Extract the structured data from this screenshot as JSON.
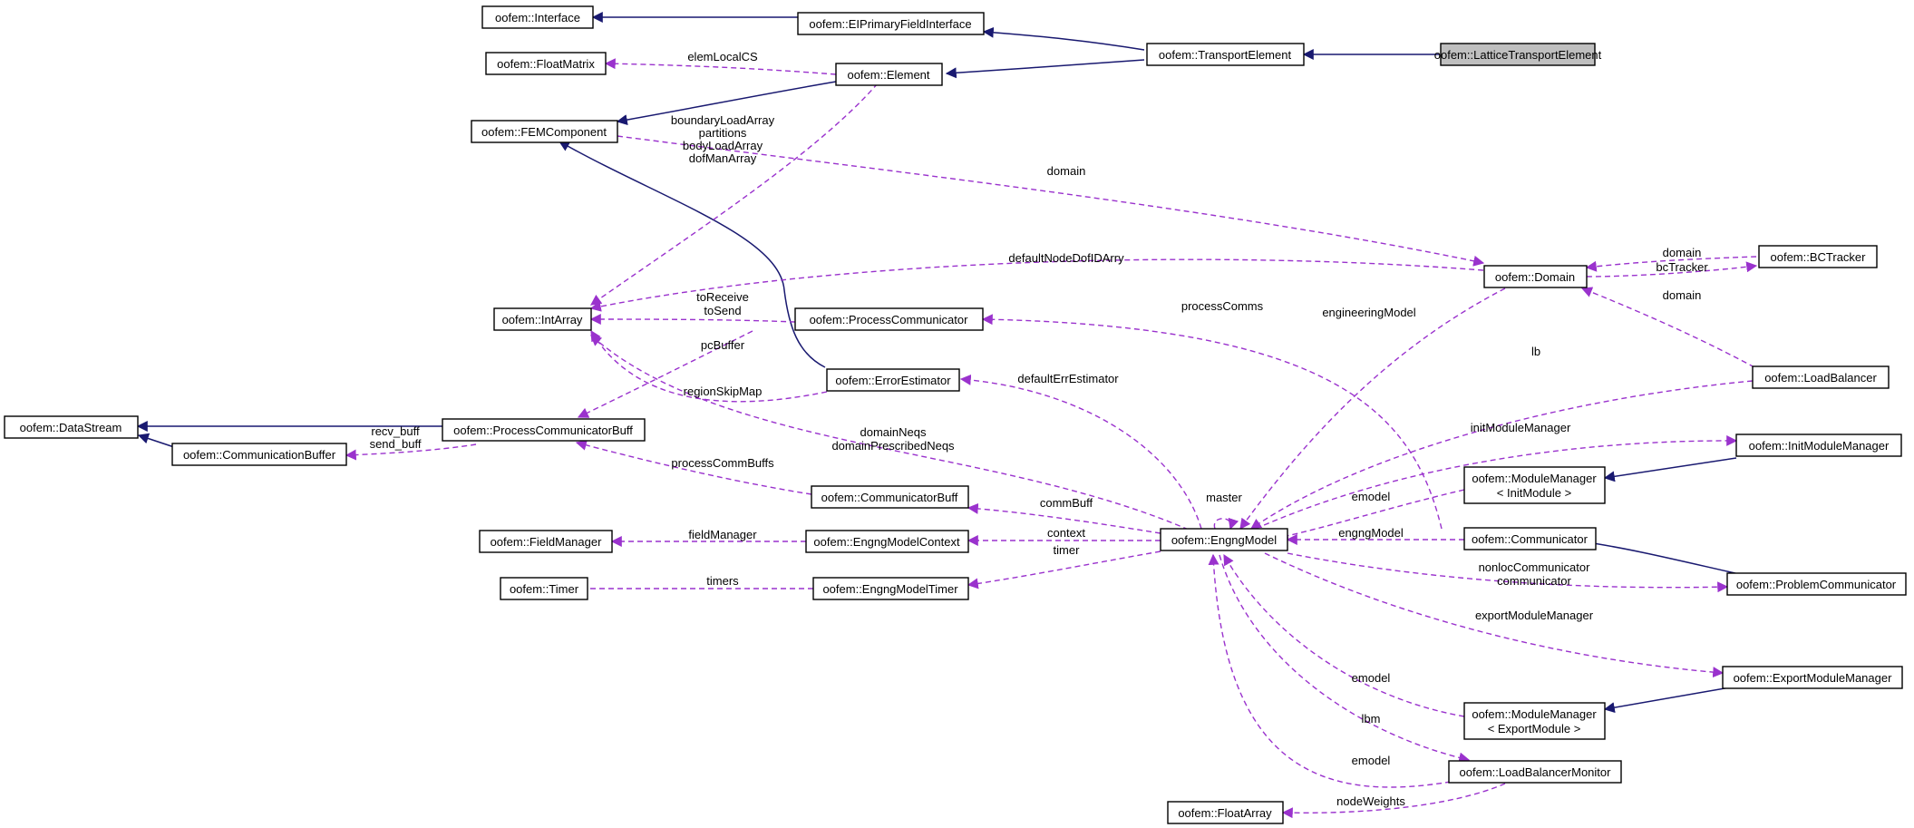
{
  "colors": {
    "inheritance": "#191970",
    "usage": "#9a32cd",
    "focus_fill": "#bfbfbf"
  },
  "nodes": {
    "interface": "oofem::Interface",
    "eiprimary": "oofem::EIPrimaryFieldInterface",
    "transport": "oofem::TransportElement",
    "lattice": "oofem::LatticeTransportElement",
    "floatmatrix": "oofem::FloatMatrix",
    "element": "oofem::Element",
    "femcomponent": "oofem::FEMComponent",
    "intarray": "oofem::IntArray",
    "processcomm": "oofem::ProcessCommunicator",
    "errorestimator": "oofem::ErrorEstimator",
    "datastream": "oofem::DataStream",
    "pcbuff": "oofem::ProcessCommunicatorBuff",
    "commbuffer": "oofem::CommunicationBuffer",
    "communicatorbuff": "oofem::CommunicatorBuff",
    "fieldmanager": "oofem::FieldManager",
    "engngmodelcontext": "oofem::EngngModelContext",
    "timer": "oofem::Timer",
    "engngmodeltimer": "oofem::EngngModelTimer",
    "engngmodel": "oofem::EngngModel",
    "domain": "oofem::Domain",
    "bctracker": "oofem::BCTracker",
    "loadbalancer": "oofem::LoadBalancer",
    "initmodulemanager": "oofem::InitModuleManager",
    "mm_init_1": "oofem::ModuleManager",
    "mm_init_2": "< InitModule >",
    "communicator": "oofem::Communicator",
    "problemcomm": "oofem::ProblemCommunicator",
    "exportmodulemanager": "oofem::ExportModuleManager",
    "mm_export_1": "oofem::ModuleManager",
    "mm_export_2": "< ExportModule >",
    "lbmonitor": "oofem::LoadBalancerMonitor",
    "floatarray": "oofem::FloatArray"
  },
  "edge_labels": {
    "elemLocalCS": "elemLocalCS",
    "boundaryLoadArray": "boundaryLoadArray",
    "partitions": "partitions",
    "bodyLoadArray": "bodyLoadArray",
    "dofManArray": "dofManArray",
    "domain_main": "domain",
    "defaultNodeDofIDArry": "defaultNodeDofIDArry",
    "toReceive": "toReceive",
    "toSend": "toSend",
    "pcBuffer": "pcBuffer",
    "regionSkipMap": "regionSkipMap",
    "recv_buff": "recv_buff",
    "send_buff": "send_buff",
    "domainNeqs": "domainNeqs",
    "domainPrescribedNeqs": "domainPrescribedNeqs",
    "processCommBuffs": "processCommBuffs",
    "processComms": "processComms",
    "engineeringModel": "engineeringModel",
    "defaultErrEstimator": "defaultErrEstimator",
    "lb": "lb",
    "domain_bct": "domain",
    "bcTracker": "bcTracker",
    "domain_lb": "domain",
    "initModuleManager": "initModuleManager",
    "master": "master",
    "emodel_init": "emodel",
    "commBuff": "commBuff",
    "fieldManager": "fieldManager",
    "context": "context",
    "timer": "timer",
    "timers": "timers",
    "engngModel": "engngModel",
    "nonlocCommunicator": "nonlocCommunicator",
    "communicator": "communicator",
    "exportModuleManager": "exportModuleManager",
    "emodel_export": "emodel",
    "lbm": "lbm",
    "emodel_lbm": "emodel",
    "nodeWeights": "nodeWeights"
  }
}
